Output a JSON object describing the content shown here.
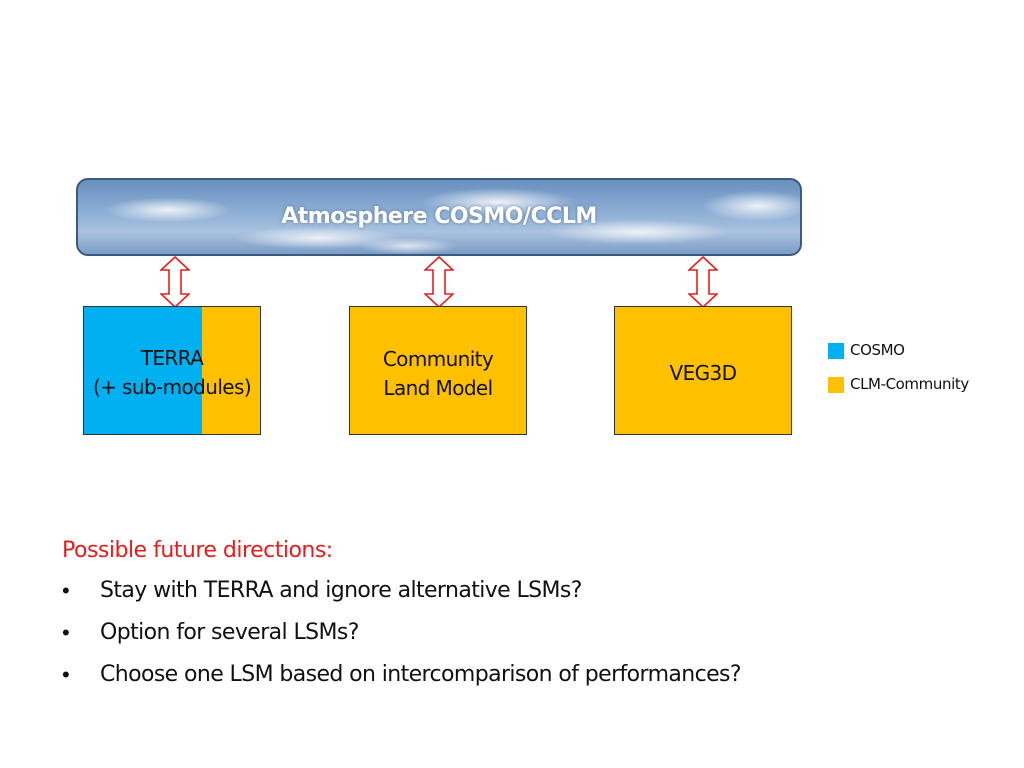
{
  "atmosphere": {
    "label": "Atmosphere COSMO/CCLM"
  },
  "boxes": {
    "terra": {
      "line1": "TERRA",
      "line2": "(+ sub-modules)"
    },
    "clm": {
      "line1": "Community",
      "line2": "Land Model"
    },
    "veg3d": {
      "line1": "VEG3D"
    }
  },
  "legend": [
    {
      "label": "COSMO",
      "color": "#00b0f0"
    },
    {
      "label": "CLM-Community",
      "color": "#ffc000"
    }
  ],
  "future": {
    "heading": "Possible future directions:",
    "bullet_symbol": "•",
    "items": [
      "Stay with TERRA and ignore alternative LSMs?",
      "Option for several LSMs?",
      "Choose one LSM based on intercomparison of performances?"
    ]
  },
  "colors": {
    "cosmo": "#00b0f0",
    "clm_community": "#ffc000",
    "arrow": "#e02020",
    "heading": "#e31e1e"
  }
}
